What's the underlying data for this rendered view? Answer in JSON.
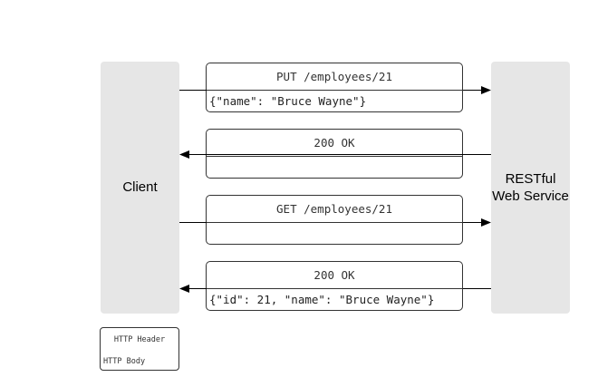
{
  "participants": {
    "client": "Client",
    "service": "RESTful\nWeb Service"
  },
  "messages": [
    {
      "header": "PUT /employees/21",
      "body": "{\"name\": \"Bruce Wayne\"}",
      "direction": "client-to-service"
    },
    {
      "header": "200 OK",
      "body": "",
      "direction": "service-to-client"
    },
    {
      "header": "GET /employees/21",
      "body": "",
      "direction": "client-to-service"
    },
    {
      "header": "200 OK",
      "body": "{\"id\": 21, \"name\": \"Bruce Wayne\"}",
      "direction": "service-to-client"
    }
  ],
  "legend": {
    "header": "HTTP Header",
    "body": "HTTP Body"
  },
  "colors": {
    "block_fill": "#e6e6e6",
    "line": "#000000",
    "box_border": "#333333"
  }
}
